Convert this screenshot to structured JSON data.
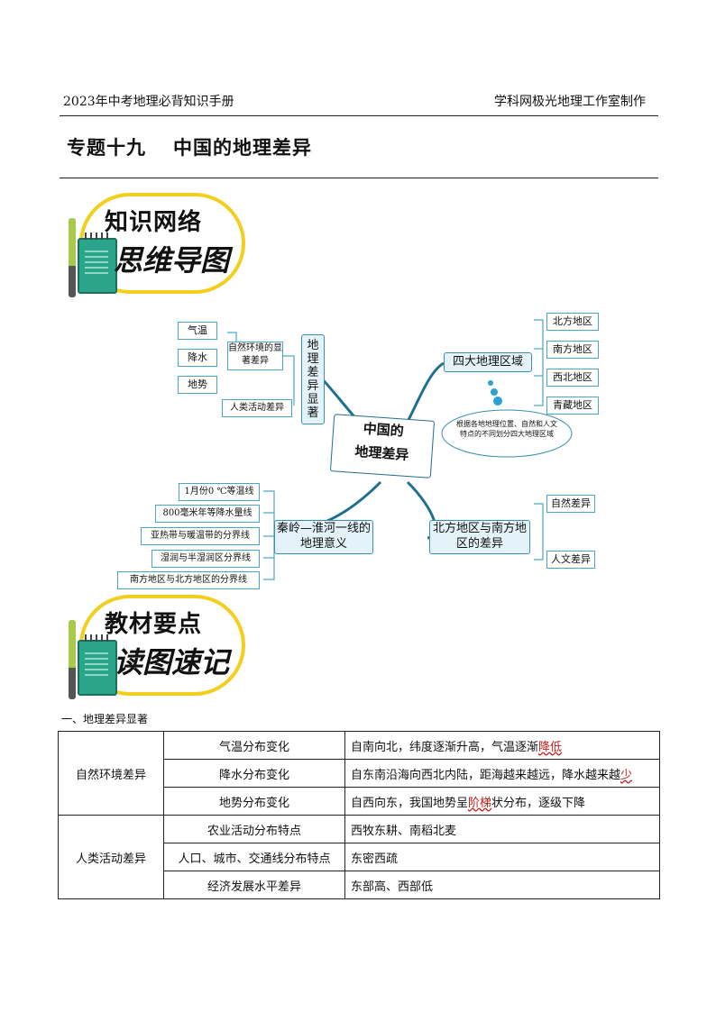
{
  "header": {
    "left": "2023年中考地理必背知识手册",
    "right": "学科网极光地理工作室制作"
  },
  "title": {
    "topic": "专题十九",
    "name": "中国的地理差异"
  },
  "badge1": {
    "line1": "知识网络",
    "line2": "思维导图"
  },
  "badge2": {
    "line1": "教材要点",
    "line2": "读图速记"
  },
  "mindmap": {
    "center": [
      "中国的",
      "地理差异"
    ],
    "topleft": {
      "main": [
        "地",
        "理",
        "差",
        "异",
        "显",
        "著"
      ],
      "nature": "自然环境的显著差异",
      "items": [
        "气温",
        "降水",
        "地势"
      ],
      "human": "人类活动差异"
    },
    "topright": {
      "main": "四大地理区域",
      "items": [
        "北方地区",
        "南方地区",
        "西北地区",
        "青藏地区"
      ],
      "note": "根据各地地理位置、自然和人文特点的不同划分四大地理区域"
    },
    "bottomleft": {
      "main": "秦岭—淮河一线的地理意义",
      "items": [
        "1月份0 ℃等温线",
        "800毫米年等降水量线",
        "亚热带与暖温带的分界线",
        "湿润与半湿润区分界线",
        "南方地区与北方地区的分界线"
      ]
    },
    "bottomright": {
      "main": "北方地区与南方地区的差异",
      "items": [
        "自然差异",
        "人文差异"
      ]
    }
  },
  "section": {
    "heading": "一、地理差异显著"
  },
  "table": {
    "groups": [
      {
        "category": "自然环境差异",
        "rows": [
          {
            "item": "气温分布变化",
            "pre": "自南向北，纬度逐渐升高，气温逐渐",
            "key": "降低",
            "post": ""
          },
          {
            "item": "降水分布变化",
            "pre": "自东南沿海向西北内陆，距海越来越远，降水越来越",
            "key": "少",
            "post": ""
          },
          {
            "item": "地势分布变化",
            "pre": "自西向东，我国地势呈",
            "key": "阶梯",
            "post": "状分布，逐级下降"
          }
        ]
      },
      {
        "category": "人类活动差异",
        "rows": [
          {
            "item": "农业活动分布特点",
            "pre": "西牧东耕、南稻北麦",
            "key": "",
            "post": ""
          },
          {
            "item": "人口、城市、交通线分布特点",
            "pre": "东密西疏",
            "key": "",
            "post": ""
          },
          {
            "item": "经济发展水平差异",
            "pre": "东部高、西部低",
            "key": "",
            "post": ""
          }
        ]
      }
    ]
  }
}
